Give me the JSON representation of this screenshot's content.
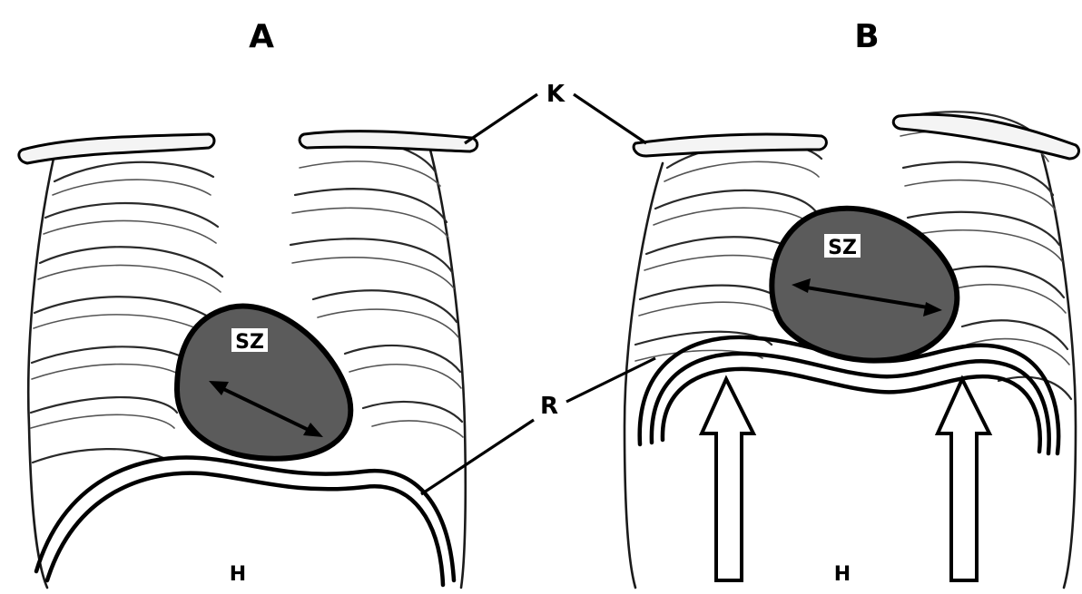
{
  "panels": {
    "left_title": "A",
    "right_title": "B"
  },
  "labels": {
    "clavicle": "K",
    "diaphragm": "R",
    "heart_left": "SZ",
    "heart_right": "SZ",
    "abdomen_left": "H",
    "abdomen_right": "H"
  }
}
